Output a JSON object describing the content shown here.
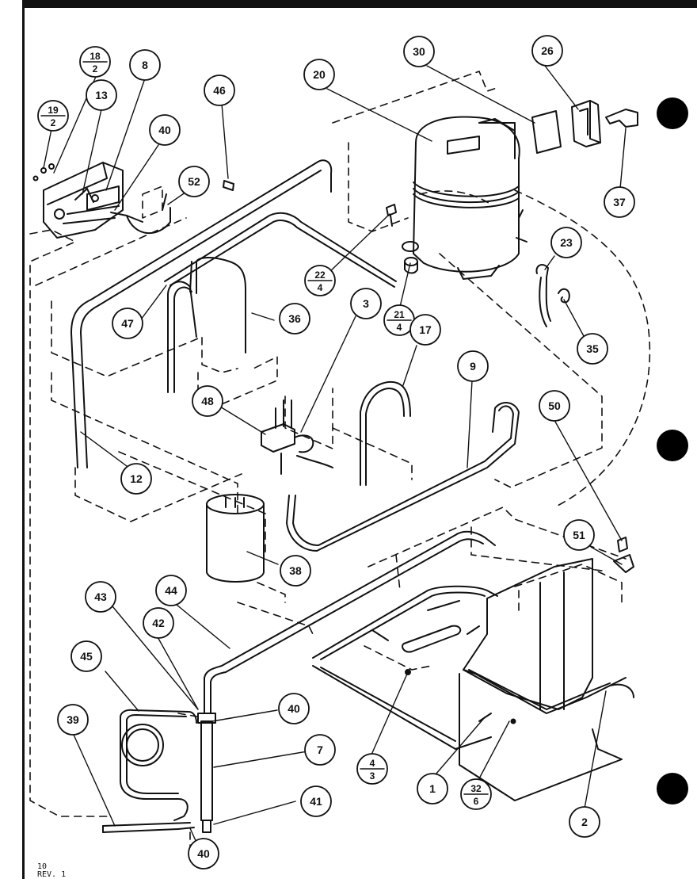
{
  "callouts": [
    {
      "id": "c-18-2",
      "label": "18",
      "sub": "2"
    },
    {
      "id": "c-19-2",
      "label": "19",
      "sub": "2"
    },
    {
      "id": "c-13",
      "label": "13"
    },
    {
      "id": "c-8",
      "label": "8"
    },
    {
      "id": "c-40-top",
      "label": "40"
    },
    {
      "id": "c-52",
      "label": "52"
    },
    {
      "id": "c-46",
      "label": "46"
    },
    {
      "id": "c-20",
      "label": "20"
    },
    {
      "id": "c-30",
      "label": "30"
    },
    {
      "id": "c-26",
      "label": "26"
    },
    {
      "id": "c-37",
      "label": "37"
    },
    {
      "id": "c-23",
      "label": "23"
    },
    {
      "id": "c-35",
      "label": "35"
    },
    {
      "id": "c-22-4",
      "label": "22",
      "sub": "4"
    },
    {
      "id": "c-21-4",
      "label": "21",
      "sub": "4"
    },
    {
      "id": "c-3",
      "label": "3"
    },
    {
      "id": "c-17",
      "label": "17"
    },
    {
      "id": "c-9",
      "label": "9"
    },
    {
      "id": "c-47",
      "label": "47"
    },
    {
      "id": "c-36",
      "label": "36"
    },
    {
      "id": "c-48",
      "label": "48"
    },
    {
      "id": "c-50",
      "label": "50"
    },
    {
      "id": "c-12",
      "label": "12"
    },
    {
      "id": "c-51",
      "label": "51"
    },
    {
      "id": "c-38",
      "label": "38"
    },
    {
      "id": "c-43",
      "label": "43"
    },
    {
      "id": "c-42",
      "label": "42"
    },
    {
      "id": "c-44",
      "label": "44"
    },
    {
      "id": "c-45",
      "label": "45"
    },
    {
      "id": "c-40-mid",
      "label": "40"
    },
    {
      "id": "c-7",
      "label": "7"
    },
    {
      "id": "c-39",
      "label": "39"
    },
    {
      "id": "c-41",
      "label": "41"
    },
    {
      "id": "c-40-bot",
      "label": "40"
    },
    {
      "id": "c-4-3",
      "label": "4",
      "sub": "3"
    },
    {
      "id": "c-1",
      "label": "1"
    },
    {
      "id": "c-32-6",
      "label": "32",
      "sub": "6"
    },
    {
      "id": "c-2",
      "label": "2"
    }
  ],
  "footer": {
    "page": "10",
    "rev": "REV. 1"
  },
  "colors": {
    "ink": "#111111",
    "paper": "#ffffff"
  }
}
